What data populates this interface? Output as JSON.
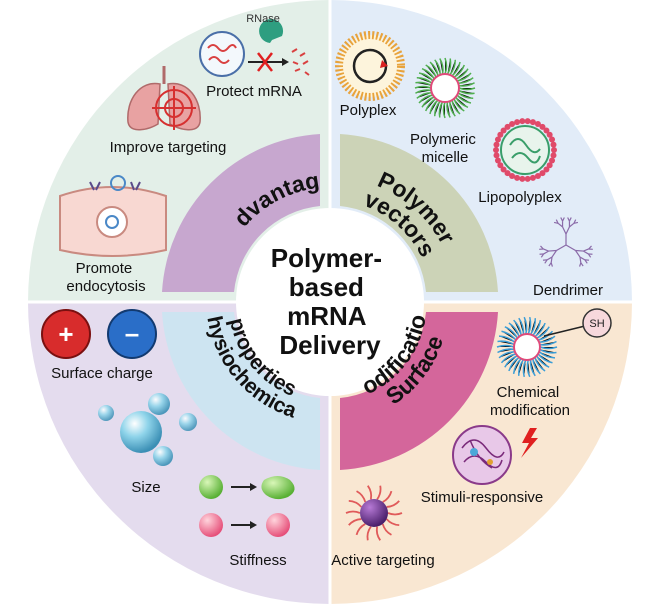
{
  "center": {
    "lines": [
      "Polymer-",
      "based",
      "mRNA",
      "Delivery"
    ]
  },
  "segments": {
    "advantages": {
      "lines": [
        "Advantages"
      ],
      "color": "#c7a7cf"
    },
    "polymer_vectors": {
      "lines": [
        "Polymer",
        "vectors"
      ],
      "color": "#ccd3b7"
    },
    "surface_modification": {
      "lines": [
        "Surface",
        "modification"
      ],
      "color": "#d4669b"
    },
    "physiochemical": {
      "lines": [
        "Physiochemical",
        "properties"
      ],
      "color": "#cde4f1"
    }
  },
  "quadrants": {
    "top_left_bg": "#e3efe8",
    "top_right_bg": "#e2ecf8",
    "bottom_right_bg": "#f9e7d2",
    "bottom_left_bg": "#e4dcee"
  },
  "labels": {
    "rnase": "RNase",
    "protect_mrna": "Protect mRNA",
    "improve_targeting": "Improve targeting",
    "promote_endocytosis": [
      "Promote",
      "endocytosis"
    ],
    "polyplex": "Polyplex",
    "polymeric_micelle": [
      "Polymeric",
      "micelle"
    ],
    "lipopolyplex": "Lipopolyplex",
    "dendrimer": "Dendrimer",
    "surface_charge": "Surface charge",
    "plus_sign": "+",
    "minus_sign": "–",
    "size": "Size",
    "stiffness": "Stiffness",
    "sh_group": "SH",
    "chemical_modification": [
      "Chemical",
      "modification"
    ],
    "stimuli_responsive": "Stimuli-responsive",
    "active_targeting": "Active targeting"
  }
}
